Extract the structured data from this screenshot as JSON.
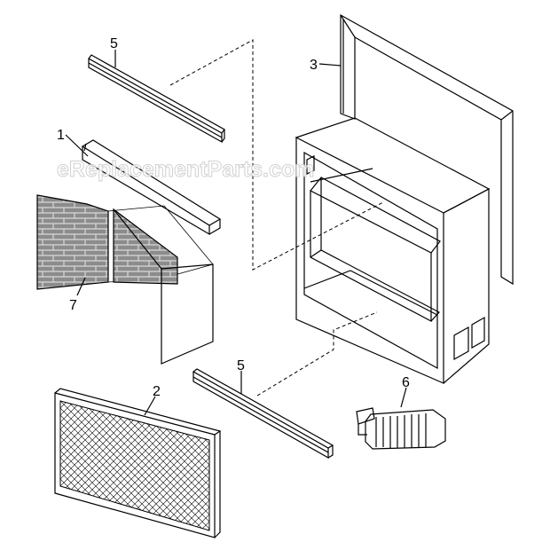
{
  "watermark": "eReplacementParts.com",
  "callouts": {
    "part_1": "1",
    "part_2": "2",
    "part_3": "3",
    "part_5_top": "5",
    "part_5_bottom": "5",
    "part_6": "6",
    "part_7": "7"
  },
  "colors": {
    "line": "#000000",
    "brick": "#8c8c8c",
    "mortar": "#d8d8d8",
    "watermark_outline": "#c9c9c9"
  }
}
